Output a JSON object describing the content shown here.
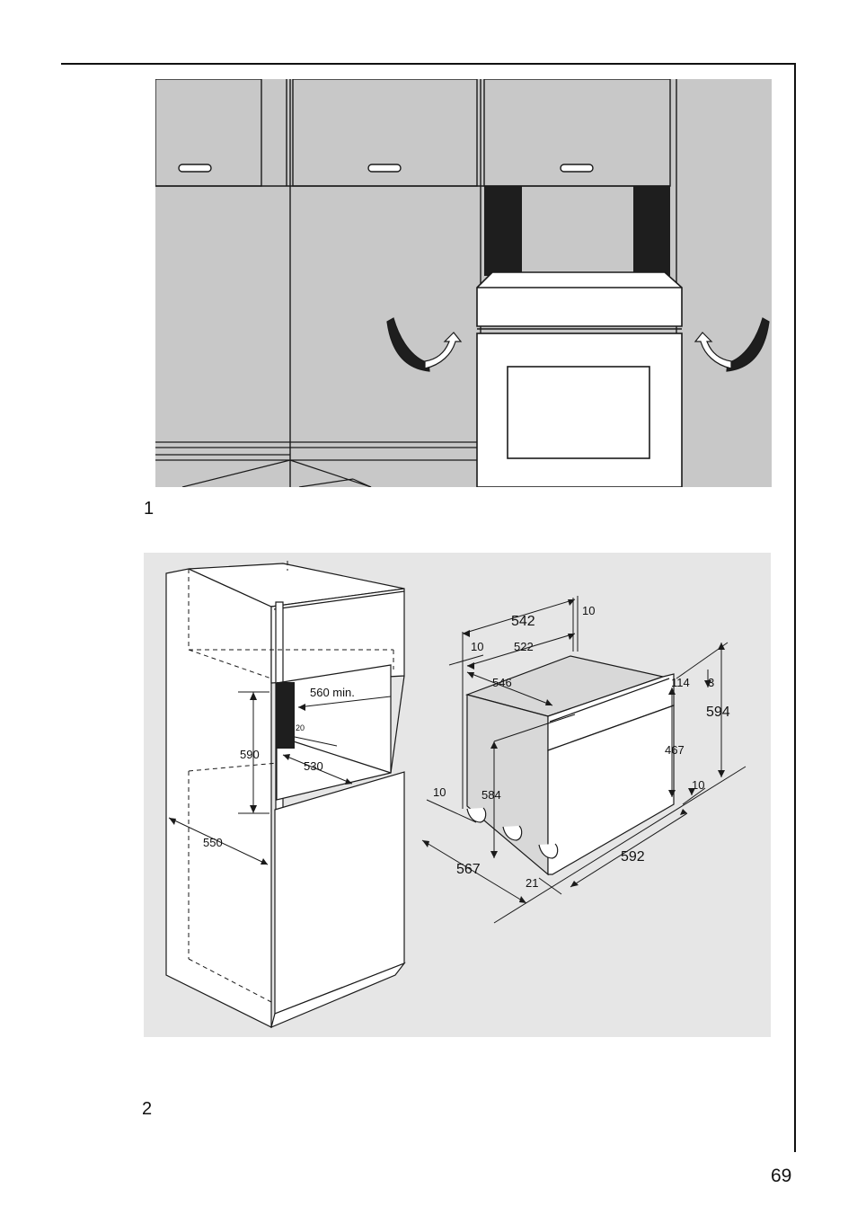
{
  "figures": [
    {
      "number": "1"
    },
    {
      "number": "2",
      "dimensions": {
        "d560": "560 min.",
        "d20": "20",
        "d590": "590",
        "d530": "530",
        "d550": "550",
        "d542": "542",
        "d522": "522",
        "d10a": "10",
        "d10b": "10",
        "d546": "546",
        "d584": "584",
        "d10c": "10",
        "d567": "567",
        "d21": "21",
        "d592": "592",
        "d114": "114",
        "d3": "3",
        "d594": "594",
        "d467": "467",
        "d10d": "10"
      }
    }
  ],
  "page_number": "69",
  "colors": {
    "wall_grey": "#c8c8c8",
    "panel_grey": "#e6e6e6",
    "cabinet_dark": "#1e1e1e",
    "oven_white": "#ffffff",
    "line": "#1a1a1a"
  }
}
